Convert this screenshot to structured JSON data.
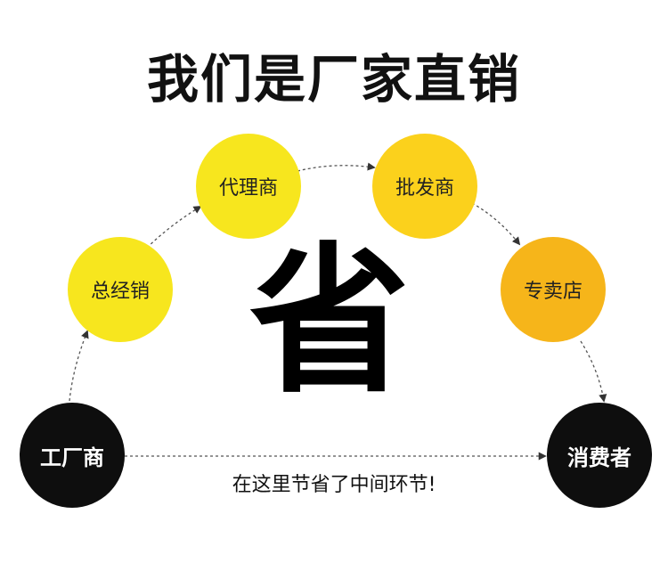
{
  "title": "我们是厂家直销",
  "center_char": "省",
  "note": "在这里节省了中间环节!",
  "colors": {
    "yellow_light": "#f7e61e",
    "yellow_mid": "#fbd11c",
    "yellow_dark": "#f6b51a",
    "black": "#0e0e0e",
    "link": "#555555"
  },
  "nodes": {
    "factory": "工厂商",
    "distributor": "总经销",
    "agent": "代理商",
    "wholesaler": "批发商",
    "store": "专卖店",
    "consumer": "消费者"
  }
}
